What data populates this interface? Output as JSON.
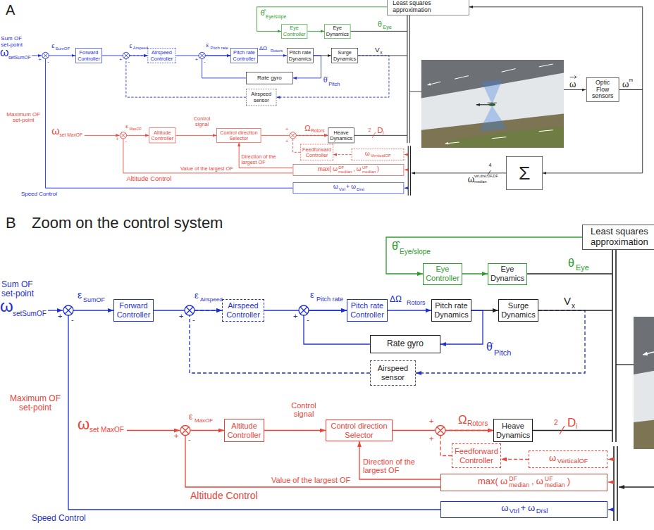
{
  "diagram": {
    "nodes": [
      {
        "text": [
          "Least squares approximation"
        ]
      },
      {
        "text": [
          "Eye Controller"
        ]
      },
      {
        "text": [
          "Eye Dynamics"
        ]
      },
      {
        "text": [
          "Forward Controller"
        ]
      },
      {
        "text": [
          "Airspeed Controller"
        ]
      },
      {
        "text": [
          "Pitch rate Controller"
        ]
      },
      {
        "text": [
          "Pitch rate Dynamics"
        ]
      },
      {
        "text": [
          "Surge Dynamics"
        ]
      },
      {
        "text": [
          "Rate gyro"
        ]
      },
      {
        "text": [
          "Airspeed sensor"
        ]
      },
      {
        "text": [
          "Altitude Controller"
        ]
      },
      {
        "text": [
          "Control direction Selector"
        ]
      },
      {
        "text": [
          "Heave Dynamics"
        ]
      },
      {
        "text": [
          "Feedforward Controller"
        ]
      },
      {
        "text": [
          "ω",
          "VerticalOF"
        ]
      },
      {
        "text": [
          "max(",
          "ω",
          "DF",
          "median",
          ",",
          "ω",
          "UF",
          "median",
          ")"
        ]
      },
      {
        "text": [
          "ω",
          "Vtrl",
          "+",
          "ω",
          "Drsl"
        ]
      },
      {
        "text": [
          "Optic Flow sensors"
        ]
      },
      {
        "text": [
          "Σ"
        ]
      },
      {
        "text": [
          "Least squares approximation"
        ]
      },
      {
        "text": [
          "Eye Controller"
        ]
      },
      {
        "text": [
          "Eye Dynamics"
        ]
      },
      {
        "text": [
          "Forward Controller"
        ]
      },
      {
        "text": [
          "Airspeed Controller"
        ]
      },
      {
        "text": [
          "Pitch rate Controller"
        ]
      },
      {
        "text": [
          "Pitch rate Dynamics"
        ]
      },
      {
        "text": [
          "Surge Dynamics"
        ]
      },
      {
        "text": [
          "Rate gyro"
        ]
      },
      {
        "text": [
          "Airspeed sensor"
        ]
      },
      {
        "text": [
          "Altitude Controller"
        ]
      },
      {
        "text": [
          "Control direction Selector"
        ]
      },
      {
        "text": [
          "Heave Dynamics"
        ]
      },
      {
        "text": [
          "Feedforward Controller"
        ]
      },
      {
        "text": [
          "ω",
          "VerticalOF"
        ]
      },
      {
        "text": [
          "max(",
          "ω",
          "DF",
          "median",
          ",",
          "ω",
          "UF",
          "median",
          ")"
        ]
      },
      {
        "text": [
          "ω",
          "Vtrl",
          "+",
          "ω",
          "Drsl"
        ]
      }
    ],
    "edges": [
      {
        "from": 0,
        "to": 1,
        "arrow": "to"
      },
      {
        "from": 1,
        "to": 2,
        "arrow": "to"
      },
      {
        "from": 3,
        "to": 4,
        "arrow": "to"
      },
      {
        "from": 4,
        "to": 5,
        "arrow": "to"
      },
      {
        "from": 5,
        "to": 6,
        "arrow": "to"
      },
      {
        "from": 6,
        "to": 7,
        "arrow": "to"
      },
      {
        "from": 6,
        "to": 8,
        "arrow": "to"
      },
      {
        "from": 8,
        "to": 5,
        "arrow": "to"
      },
      {
        "from": 7,
        "to": 9,
        "arrow": "to"
      },
      {
        "from": 9,
        "to": 4,
        "arrow": "to"
      },
      {
        "from": 10,
        "to": 11,
        "label": "Control signal",
        "arrow": "to"
      },
      {
        "from": 11,
        "to": 12,
        "arrow": "to"
      },
      {
        "from": 13,
        "to": 12,
        "arrow": "to"
      },
      {
        "from": 14,
        "to": 13,
        "arrow": "to"
      },
      {
        "from": 15,
        "to": 10,
        "label": "Value of the largest OF",
        "arrow": "to"
      },
      {
        "from": 15,
        "to": 11,
        "label": "Direction of the largest OF",
        "arrow": "to"
      },
      {
        "from": 16,
        "to": 3,
        "arrow": "to"
      },
      {
        "from": 17,
        "to": 0,
        "arrow": "to"
      },
      {
        "from": 17,
        "to": 18,
        "arrow": "to"
      },
      {
        "from": 19,
        "to": 20,
        "arrow": "to"
      },
      {
        "from": 20,
        "to": 21,
        "arrow": "to"
      },
      {
        "from": 22,
        "to": 23,
        "arrow": "to"
      },
      {
        "from": 23,
        "to": 24,
        "arrow": "to"
      },
      {
        "from": 24,
        "to": 25,
        "arrow": "to"
      },
      {
        "from": 25,
        "to": 26,
        "arrow": "to"
      },
      {
        "from": 25,
        "to": 27,
        "arrow": "to"
      },
      {
        "from": 27,
        "to": 24,
        "arrow": "to"
      },
      {
        "from": 26,
        "to": 28,
        "arrow": "to"
      },
      {
        "from": 28,
        "to": 23,
        "arrow": "to"
      },
      {
        "from": 29,
        "to": 30,
        "label": "Control signal",
        "arrow": "to"
      },
      {
        "from": 30,
        "to": 31,
        "arrow": "to"
      },
      {
        "from": 32,
        "to": 31,
        "arrow": "to"
      },
      {
        "from": 33,
        "to": 32,
        "arrow": "to"
      },
      {
        "from": 34,
        "to": 29,
        "label": "Value of the largest OF",
        "arrow": "to"
      },
      {
        "from": 34,
        "to": 30,
        "label": "Direction of the largest OF",
        "arrow": "to"
      },
      {
        "from": 35,
        "to": 22,
        "arrow": "to"
      }
    ],
    "labels": [
      "A",
      "Sum OF set-point",
      "ω",
      "setSumOF",
      "+",
      "-",
      "ε",
      "SumOF",
      "+",
      "-",
      "ε",
      "Airspeed",
      "+",
      "-",
      "ε",
      "Pitch rate",
      "ΔΩ",
      "Rotors",
      "V",
      "x",
      "θ̇",
      "Pitch",
      "θ̂",
      "Eye/slope",
      "θ",
      "Eye",
      "Maximum OF set-point",
      "ω",
      "set MaxOF",
      "+",
      "-",
      "ε",
      "MaxOF",
      "Ω",
      "Rotors",
      "2",
      "D",
      "i",
      "+",
      "+",
      "Altitude Control",
      "Speed Control",
      "ω",
      "ω",
      "m",
      "4",
      "ω",
      "vtrl,drsl,UF,DF",
      "median",
      "B",
      "Zoom on the control system",
      "Sum OF set-point",
      "ω",
      "setSumOF",
      "+",
      "-",
      "ε",
      "SumOF",
      "+",
      "-",
      "ε",
      "Airspeed",
      "+",
      "-",
      "ε",
      "Pitch rate",
      "ΔΩ",
      "Rotors",
      "V",
      "x",
      "θ̇",
      "Pitch",
      "θ̂",
      "Eye/slope",
      "θ",
      "Eye",
      "Maximum OF set-point",
      "ω",
      "set MaxOF",
      "+",
      "-",
      "ε",
      "MaxOF",
      "Ω",
      "Rotors",
      "2",
      "D",
      "i",
      "+",
      "+",
      "Altitude Control",
      "Speed Control"
    ]
  }
}
